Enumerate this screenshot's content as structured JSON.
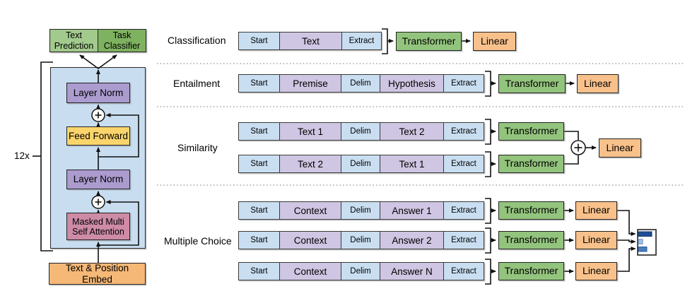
{
  "colors": {
    "token_blue": "#c9def1",
    "content_purple": "#cfc6e3",
    "layer_norm_purple": "#ab9bce",
    "transformer_green": "#93c47d",
    "text_prediction_green": "#a3ca8d",
    "task_classifier_green": "#7fb260",
    "linear_orange": "#f8c18b",
    "embed_orange": "#f5b877",
    "feed_forward_yellow": "#fbd56b",
    "attention_pink": "#cd8ba5",
    "container_blue": "#c8ddf0",
    "bar_dark": "#1f4e96",
    "bar_light": "#a4c2e8",
    "bar_mid": "#4a7ebb"
  },
  "transformer_block": {
    "repeat_label": "12x",
    "text_prediction": "Text\nPrediction",
    "task_classifier": "Task\nClassifier",
    "layer_norm_top": "Layer Norm",
    "feed_forward": "Feed Forward",
    "layer_norm_bottom": "Layer Norm",
    "masked_attention": "Masked Multi\nSelf Attention",
    "embed": "Text & Position Embed"
  },
  "tasks": {
    "classification": {
      "label": "Classification",
      "cells": [
        "Start",
        "Text",
        "Extract"
      ],
      "transformer": "Transformer",
      "linear": "Linear"
    },
    "entailment": {
      "label": "Entailment",
      "cells": [
        "Start",
        "Premise",
        "Delim",
        "Hypothesis",
        "Extract"
      ],
      "transformer": "Transformer",
      "linear": "Linear"
    },
    "similarity": {
      "label": "Similarity",
      "rows": [
        {
          "cells": [
            "Start",
            "Text 1",
            "Delim",
            "Text 2",
            "Extract"
          ],
          "transformer": "Transformer"
        },
        {
          "cells": [
            "Start",
            "Text 2",
            "Delim",
            "Text 1",
            "Extract"
          ],
          "transformer": "Transformer"
        }
      ],
      "linear": "Linear"
    },
    "multiple_choice": {
      "label": "Multiple Choice",
      "rows": [
        {
          "cells": [
            "Start",
            "Context",
            "Delim",
            "Answer 1",
            "Extract"
          ],
          "transformer": "Transformer",
          "linear": "Linear"
        },
        {
          "cells": [
            "Start",
            "Context",
            "Delim",
            "Answer 2",
            "Extract"
          ],
          "transformer": "Transformer",
          "linear": "Linear"
        },
        {
          "cells": [
            "Start",
            "Context",
            "Delim",
            "Answer N",
            "Extract"
          ],
          "transformer": "Transformer",
          "linear": "Linear"
        }
      ]
    }
  }
}
